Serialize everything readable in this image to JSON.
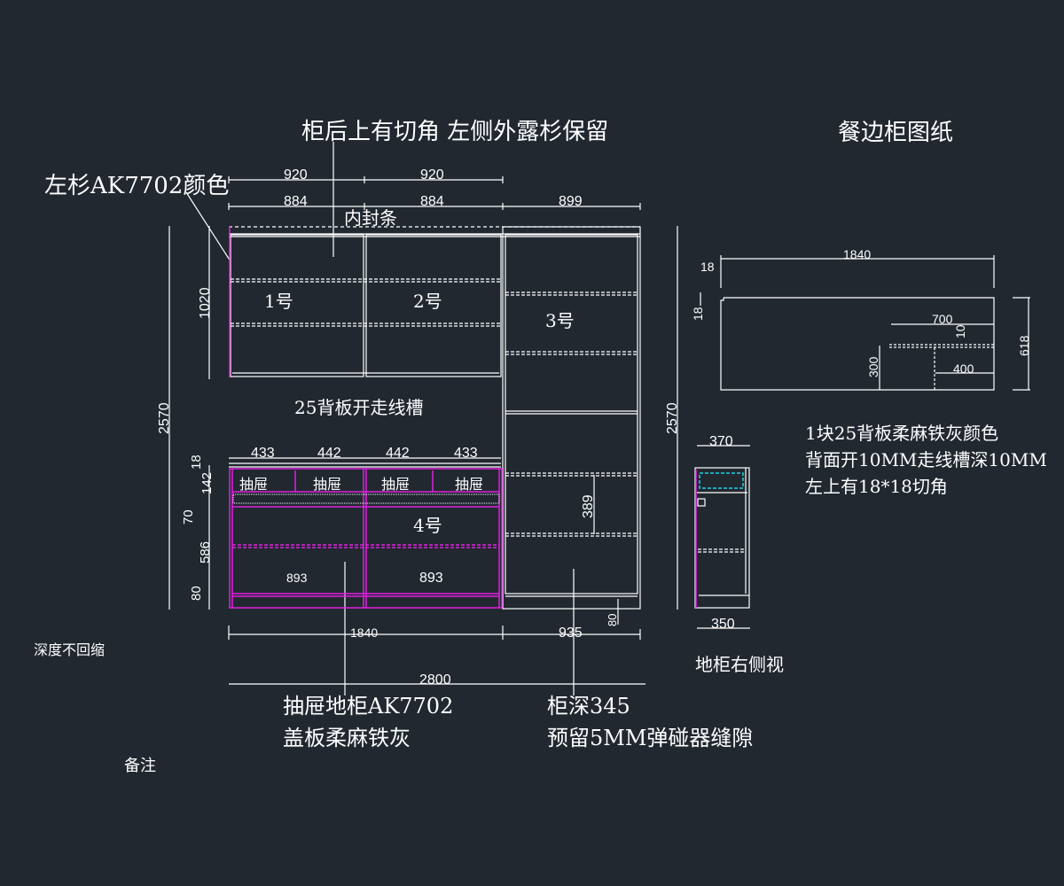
{
  "colors": {
    "background": "#212830",
    "line": "#ffffff",
    "magenta": "#e020e0",
    "cyan": "#20d0e0"
  },
  "titles": {
    "main_note": "柜后上有切角 左侧外露杉保留",
    "drawing_title": "餐边柜图纸",
    "left_color_note": "左杉AK7702颜色",
    "inner_edge": "内封条",
    "back_panel_note": "25背板开走线槽",
    "depth_note": "深度不回缩",
    "remark": "备注",
    "drawer_base_line1": "抽屉地柜AK7702",
    "drawer_base_line2": "盖板柔麻铁灰",
    "cabinet_depth_line1": "柜深345",
    "cabinet_depth_line2": "预留5MM弹碰器缝隙",
    "side_view_label": "地柜右侧视"
  },
  "cabinets": {
    "c1": "1号",
    "c2": "2号",
    "c3": "3号",
    "c4": "4号",
    "drawer": "抽屉"
  },
  "dims": {
    "top_920_a": "920",
    "top_920_b": "920",
    "top_884_a": "884",
    "top_884_b": "884",
    "top_899": "899",
    "h_1020": "1020",
    "h_2570_left": "2570",
    "h_2570_right": "2570",
    "d_433_a": "433",
    "d_442_a": "442",
    "d_442_b": "442",
    "d_433_b": "433",
    "v_18": "18",
    "v_142": "142",
    "v_70": "70",
    "v_586": "586",
    "v_80": "80",
    "w_893_a": "893",
    "w_893_b": "893",
    "w_389": "389",
    "w_80_right": "80",
    "b_1840": "1840",
    "b_935": "935",
    "b_2800": "2800",
    "s_370": "370",
    "s_350": "350"
  },
  "back_panel": {
    "w_1840": "1840",
    "corner_18_h": "18",
    "corner_18_v": "18",
    "slot_700": "700",
    "slot_10": "10",
    "slot_400": "400",
    "slot_300": "300",
    "h_618": "618",
    "notes": [
      "1块25背板柔麻铁灰颜色",
      "背面开10MM走线槽深10MM",
      "左上有18*18切角"
    ]
  }
}
